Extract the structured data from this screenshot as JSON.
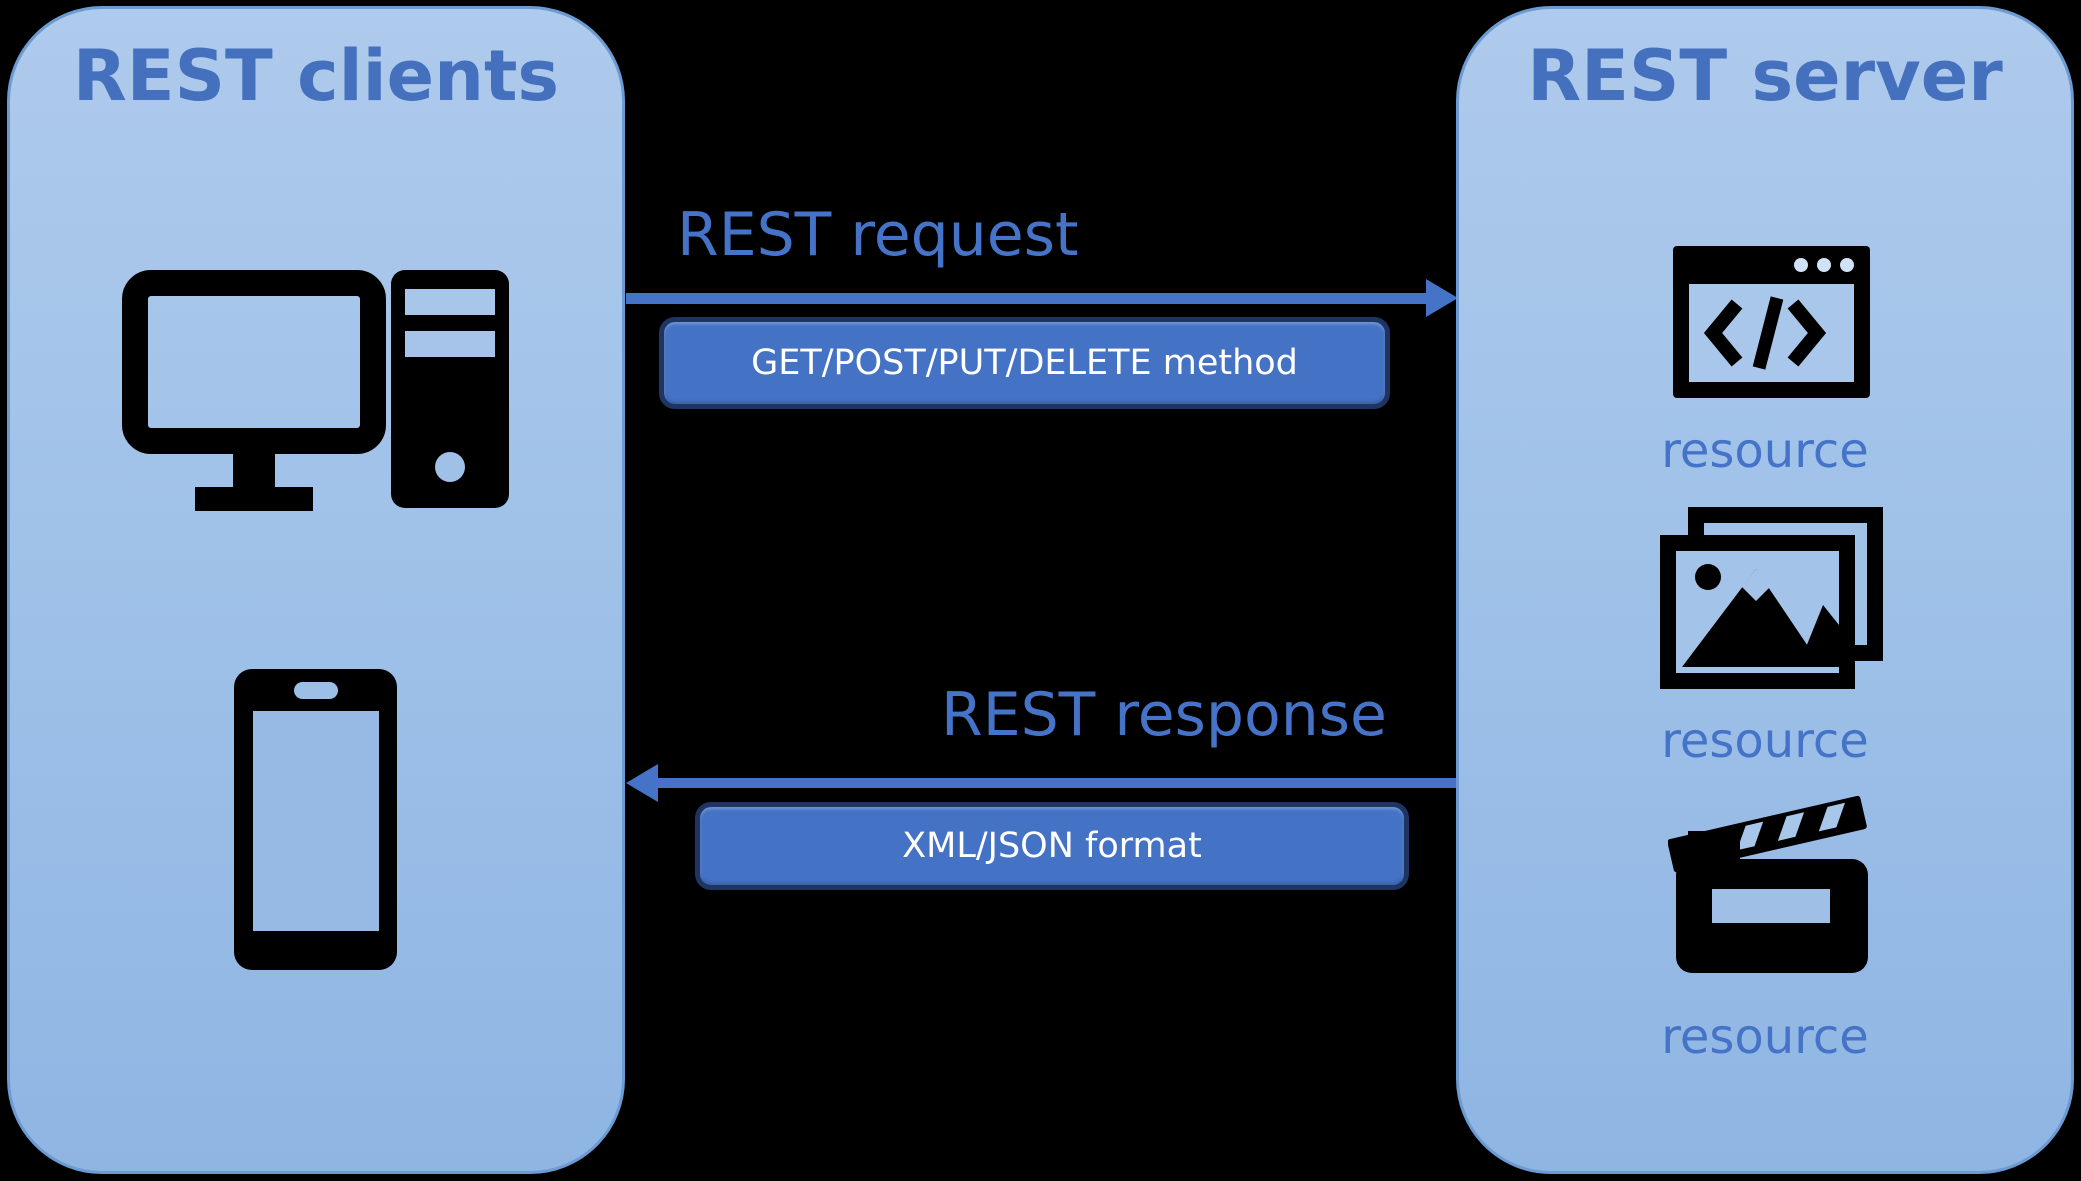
{
  "diagram": {
    "background": "#000000",
    "accent": "#4573c8",
    "title_color": "#4470bd",
    "panel_fill_top": "#aecaec",
    "panel_fill_bottom": "#8fb5e3",
    "panel_border": "#6b9bd2",
    "box_fill": "#4472c4",
    "box_border": "#1e3563",
    "box_text_color": "#ffffff"
  },
  "clients_panel": {
    "title": "REST clients",
    "icons": [
      "desktop-computer-icon",
      "smartphone-icon"
    ]
  },
  "server_panel": {
    "title": "REST server",
    "resources": [
      {
        "icon": "code-window-icon",
        "label": "resource"
      },
      {
        "icon": "photos-icon",
        "label": "resource"
      },
      {
        "icon": "movie-clapperboard-icon",
        "label": "resource"
      }
    ]
  },
  "request": {
    "label": "REST request",
    "box_label": "GET/POST/PUT/DELETE method",
    "direction": "client-to-server"
  },
  "response": {
    "label": "REST response",
    "box_label": "XML/JSON format",
    "direction": "server-to-client"
  }
}
